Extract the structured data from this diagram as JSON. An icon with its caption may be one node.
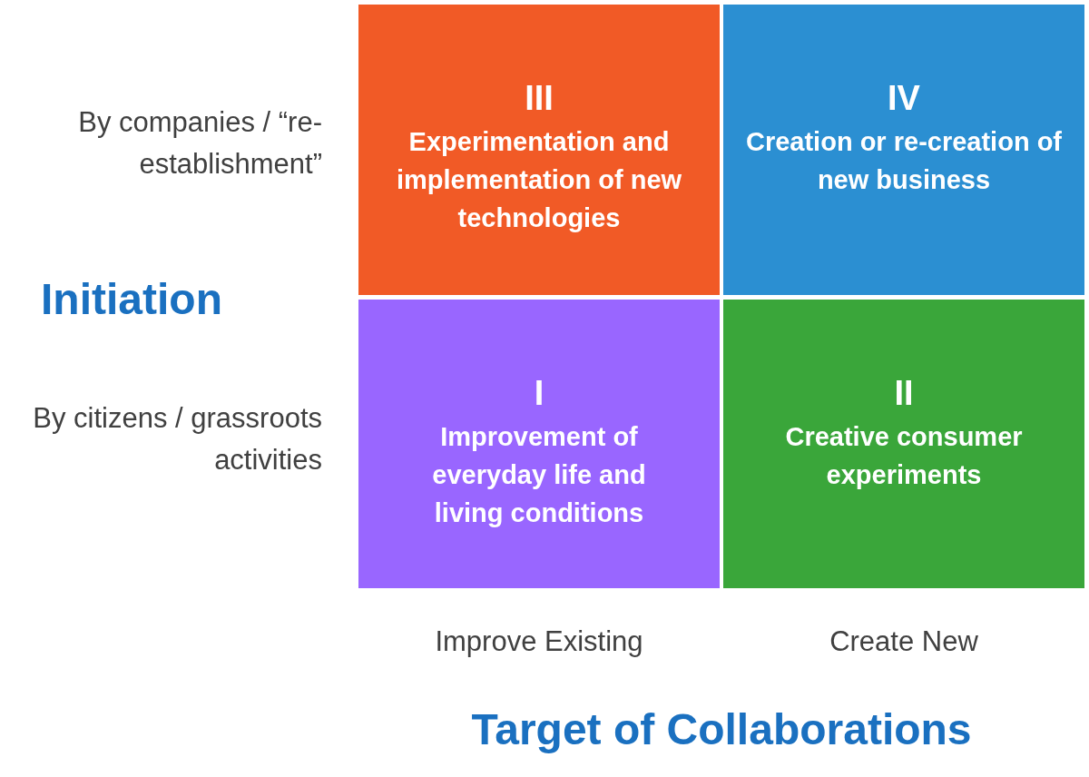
{
  "diagram": {
    "nodes": [
      {
        "text": [
          "III",
          "Experimentation and implementation of new technologies"
        ]
      },
      {
        "text": [
          "IV",
          "Creation or re-creation of new business"
        ]
      },
      {
        "text": [
          "I",
          "Improvement of everyday life and living conditions"
        ]
      },
      {
        "text": [
          "II",
          "Creative consumer experiments"
        ]
      }
    ],
    "edges": [],
    "labels": [
      "By companies / “re-establishment”",
      "Initiation",
      "By citizens / grassroots activities",
      "Improve Existing",
      "Create New",
      "Target of Collaborations"
    ]
  }
}
